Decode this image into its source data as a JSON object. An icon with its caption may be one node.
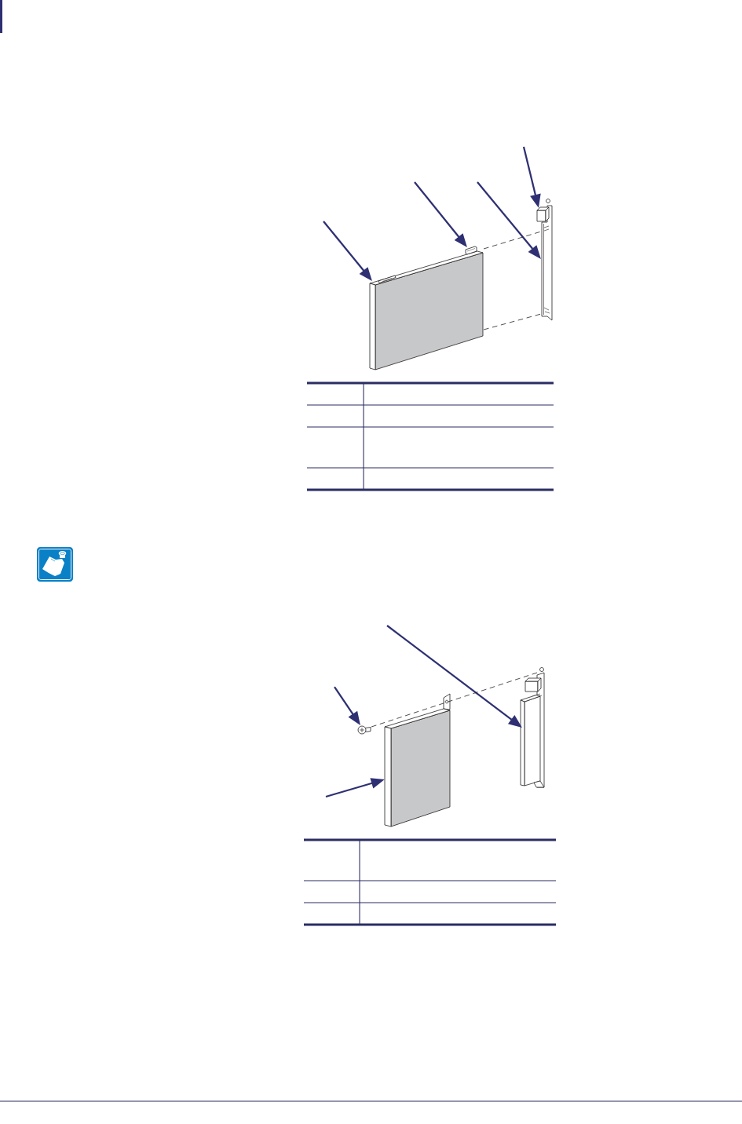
{
  "diagram": {
    "nodes": [
      {
        "text": [],
        "shape": "box"
      },
      {
        "text": [],
        "shape": "picture"
      },
      {
        "text": [],
        "shape": "picture"
      },
      {
        "text": [],
        "shape": "box"
      },
      {
        "text": [],
        "shape": "picture"
      },
      {
        "text": [],
        "shape": "box"
      },
      {
        "text": [],
        "shape": "picture"
      }
    ],
    "edges": [
      {
        "from": null,
        "to": 0,
        "arrow": "to"
      },
      {
        "from": null,
        "to": 1,
        "arrow": "to"
      },
      {
        "from": null,
        "to": 2,
        "arrow": "to"
      },
      {
        "from": null,
        "to": 3,
        "arrow": "to"
      },
      {
        "from": null,
        "to": 6,
        "arrow": "to"
      },
      {
        "from": null,
        "to": 4,
        "arrow": "to"
      },
      {
        "from": null,
        "to": 5,
        "arrow": "to"
      },
      {
        "from": 0,
        "to": 2,
        "arrow": "none",
        "style": "dashed",
        "color": "#231f20"
      },
      {
        "from": 0,
        "to": 2,
        "arrow": "none",
        "style": "dashed",
        "color": "#231f20"
      },
      {
        "from": 4,
        "to": 6,
        "arrow": "none",
        "style": "dashed",
        "color": "#231f20"
      }
    ]
  }
}
